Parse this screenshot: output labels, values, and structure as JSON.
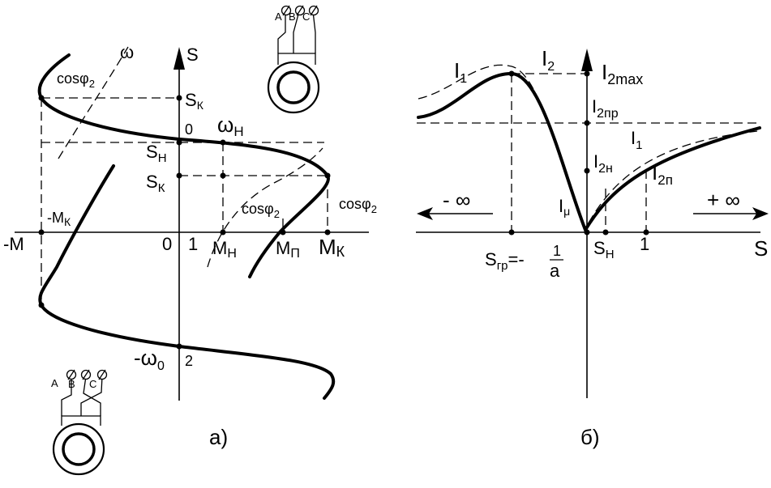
{
  "panel_a": {
    "caption": "а)",
    "labels": {
      "omega": "ω",
      "s_axis": "S",
      "cos_top": "cosφ",
      "cos_top_sub": "2",
      "s_k_top": "S",
      "s_k_top_sub": "К",
      "zero_top": "0",
      "omega_n": "ω",
      "omega_n_sub": "Н",
      "s_n": "S",
      "s_n_sub": "Н",
      "s_k": "S",
      "s_k_sub": "К",
      "cos_mid": "cosφ",
      "cos_mid_sub": "2",
      "cos_right": "cosφ",
      "cos_right_sub": "2",
      "neg_m_k": "-M",
      "neg_m_k_sub": "К",
      "neg_m": "-M",
      "origin": "0",
      "one": "1",
      "m_n": "M",
      "m_n_sub": "Н",
      "m_p": "M",
      "m_p_sub": "П",
      "m_k": "M",
      "m_k_sub": "К",
      "neg_omega0": "-ω",
      "neg_omega0_sub": "0",
      "two": "2"
    },
    "motor_top_terminals": [
      "A",
      "B",
      "C"
    ],
    "motor_bottom_terminals": [
      "A",
      "B",
      "C"
    ]
  },
  "panel_b": {
    "caption": "б)",
    "labels": {
      "i1_left": "I",
      "i1_left_sub": "1",
      "i2_prime_top": "I",
      "i2_prime_top_sub": "2",
      "i2max": "I",
      "i2max_sub": "2max",
      "i2pr": "I",
      "i2pr_sub": "2пр",
      "i1_right": "I",
      "i1_right_sub": "1",
      "i2n": "I",
      "i2n_sub": "2н",
      "i2p": "I",
      "i2p_sub": "2п",
      "i_mu": "I",
      "i_mu_sub": "μ",
      "neg_inf": "- ∞",
      "pos_inf": "+ ∞",
      "s_gr": "S",
      "s_gr_sub": "гр",
      "s_gr_eq": "=-",
      "frac_num": "1",
      "frac_den": "a",
      "s_n": "S",
      "s_n_sub": "Н",
      "one": "1",
      "s_axis": "S"
    }
  }
}
